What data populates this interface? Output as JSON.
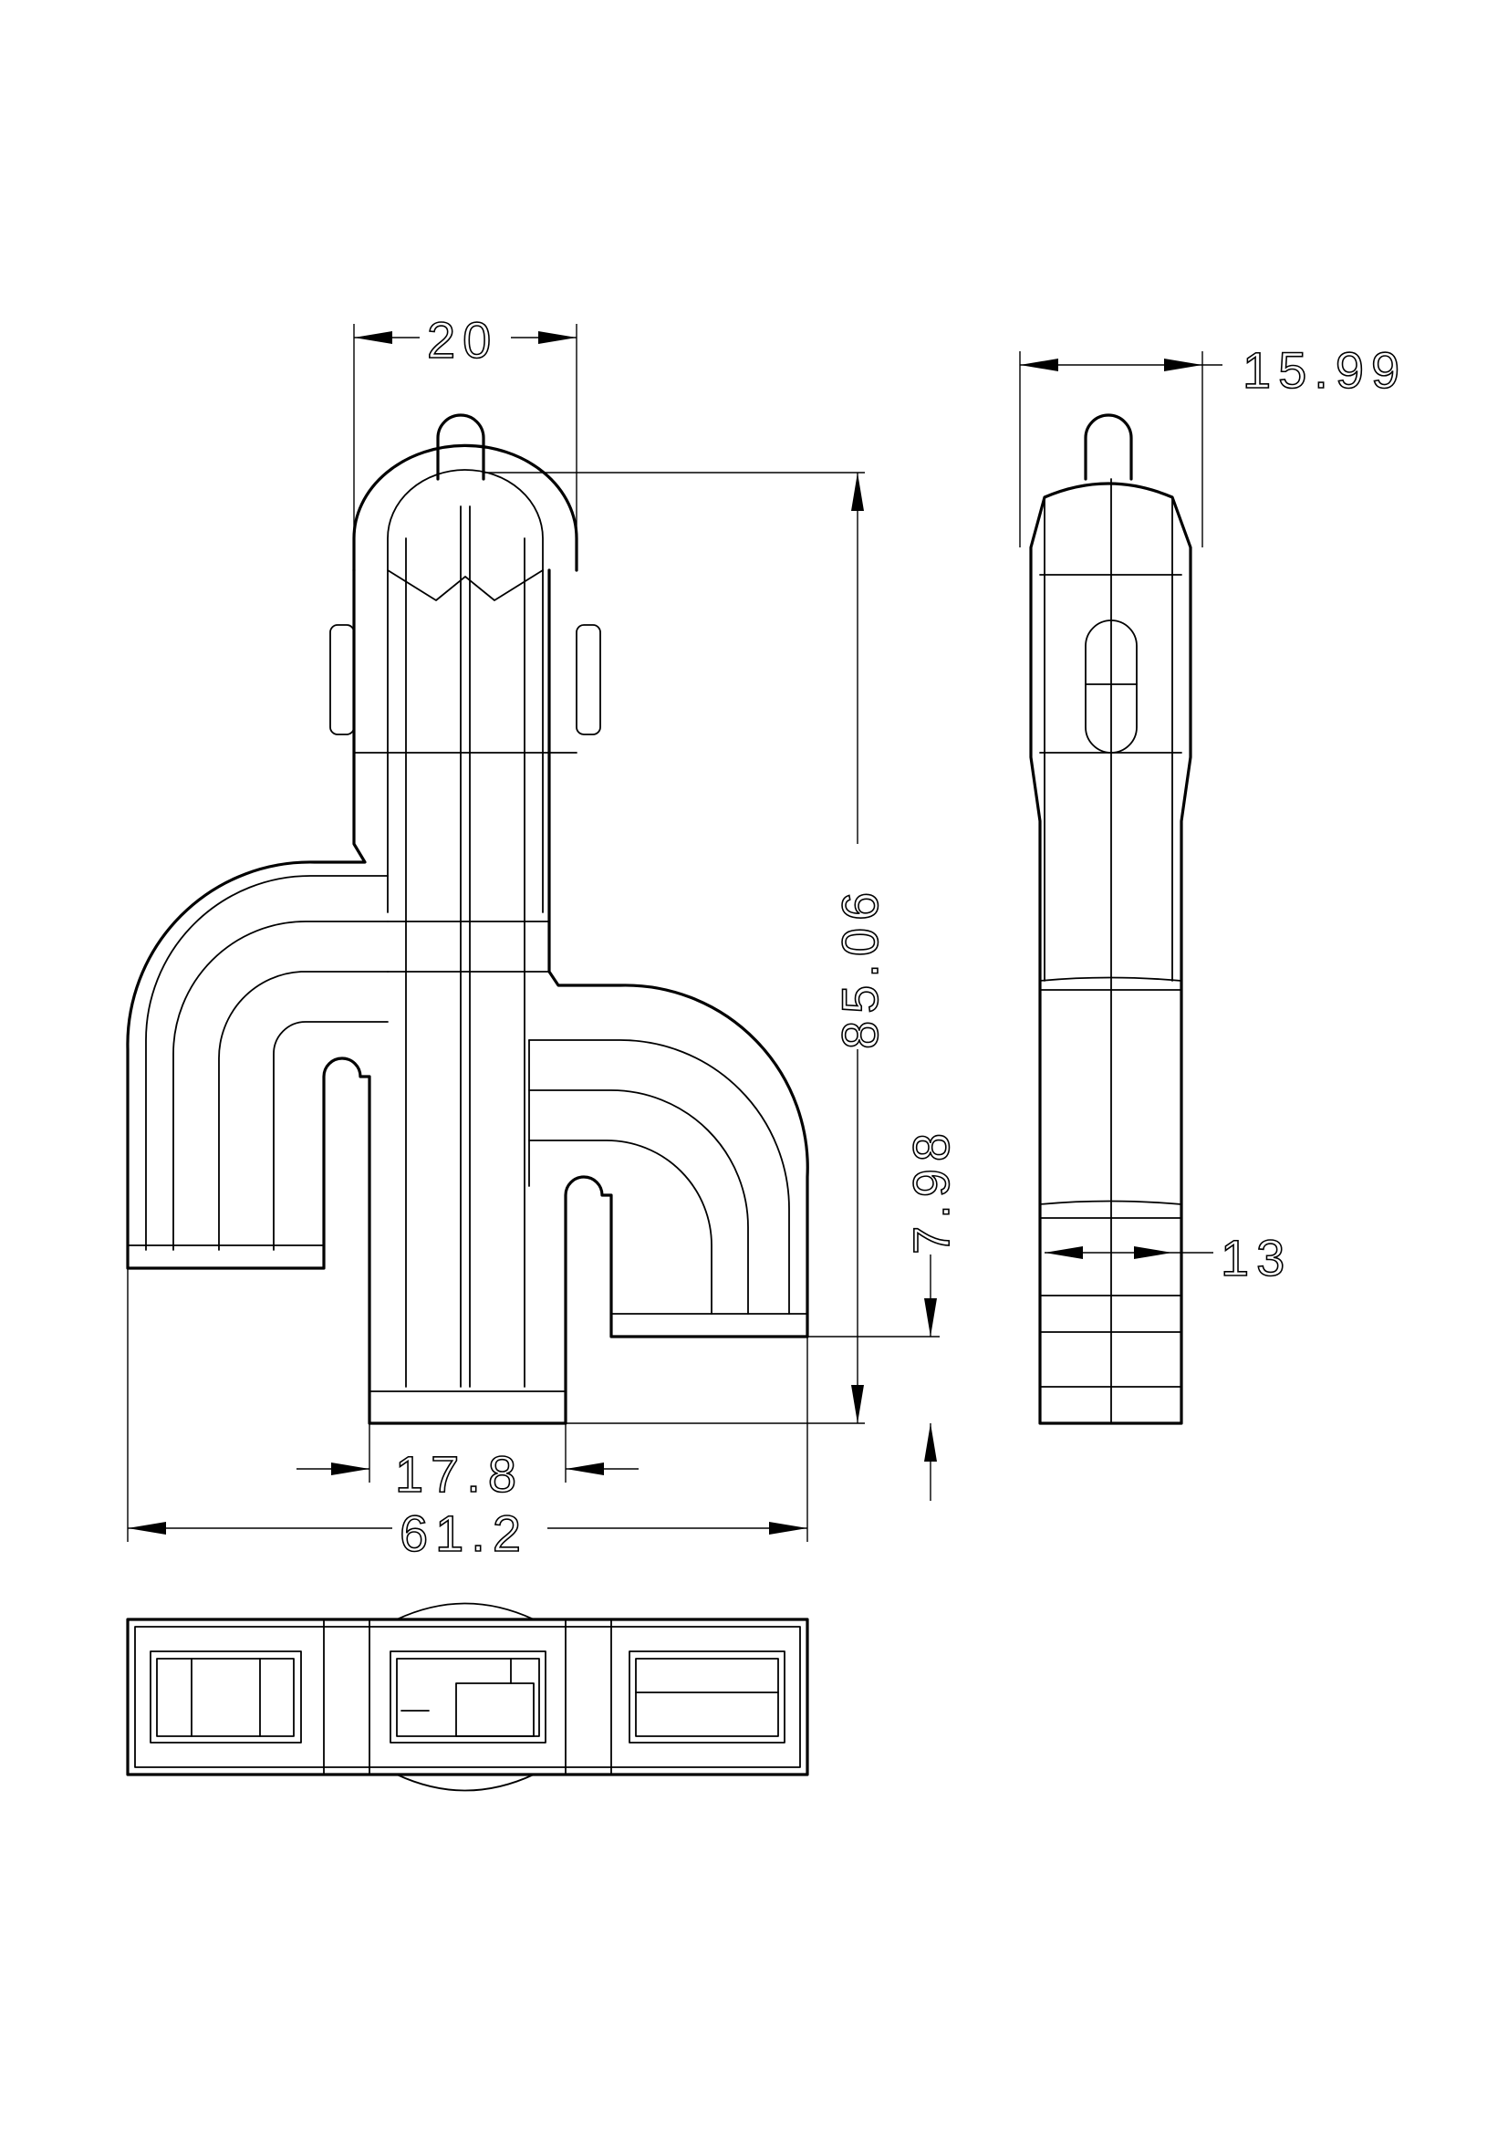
{
  "drawing": {
    "views": [
      "front-view",
      "side-view",
      "bottom-view"
    ],
    "line_color": "#000000",
    "background": "#ffffff"
  },
  "dimensions": {
    "tip_width": "20",
    "side_thickness": "15.99",
    "overall_height": "85.06",
    "port_offset": "7.98",
    "neck_width": "13",
    "center_port_width": "17.8",
    "overall_width": "61.2"
  }
}
